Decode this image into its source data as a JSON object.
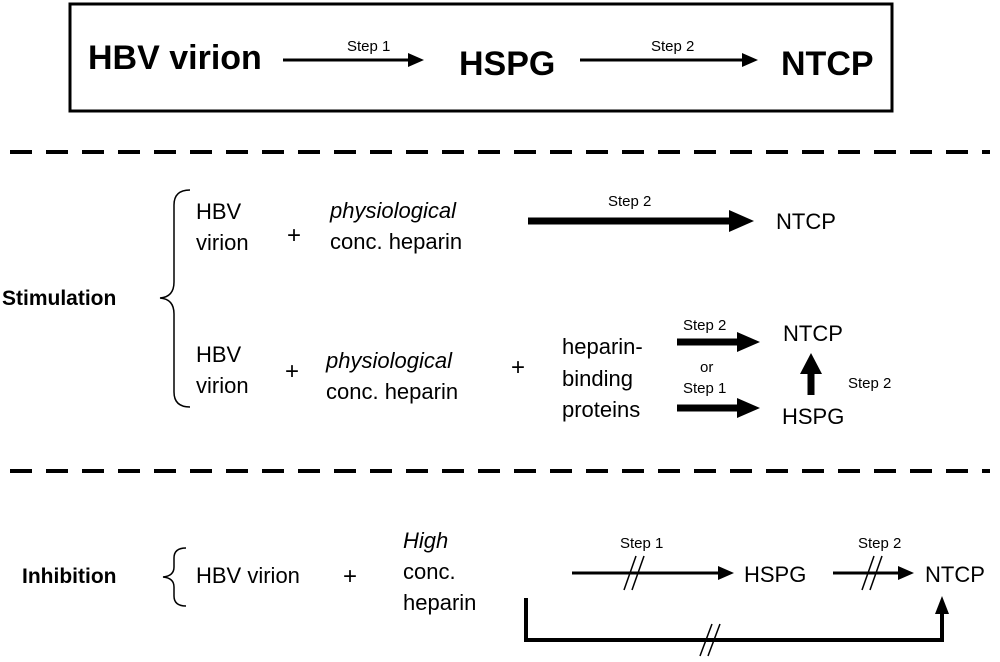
{
  "top_box": {
    "hbv_virion": "HBV virion",
    "step1": "Step 1",
    "hspg": "HSPG",
    "step2": "Step 2",
    "ntcp": "NTCP"
  },
  "stimulation": {
    "label": "Stimulation",
    "row1": {
      "hbv_line1": "HBV",
      "hbv_line2": "virion",
      "plus": "+",
      "heparin_line1": "physiological",
      "heparin_line2": "conc. heparin",
      "step2": "Step 2",
      "ntcp": "NTCP"
    },
    "row2": {
      "hbv_line1": "HBV",
      "hbv_line2": "virion",
      "plus1": "+",
      "heparin_line1": "physiological",
      "heparin_line2": "conc. heparin",
      "plus2": "+",
      "hbp_line1": "heparin-",
      "hbp_line2": "binding",
      "hbp_line3": "proteins",
      "step2": "Step 2",
      "or": "or",
      "step1": "Step 1",
      "ntcp": "NTCP",
      "hspg": "HSPG",
      "step2_vertical": "Step 2"
    }
  },
  "inhibition": {
    "label": "Inhibition",
    "hbv_virion": "HBV virion",
    "plus": "+",
    "heparin_line1": "High",
    "heparin_line2": "conc.",
    "heparin_line3": "heparin",
    "step1": "Step 1",
    "hspg": "HSPG",
    "step2": "Step 2",
    "ntcp": "NTCP"
  }
}
